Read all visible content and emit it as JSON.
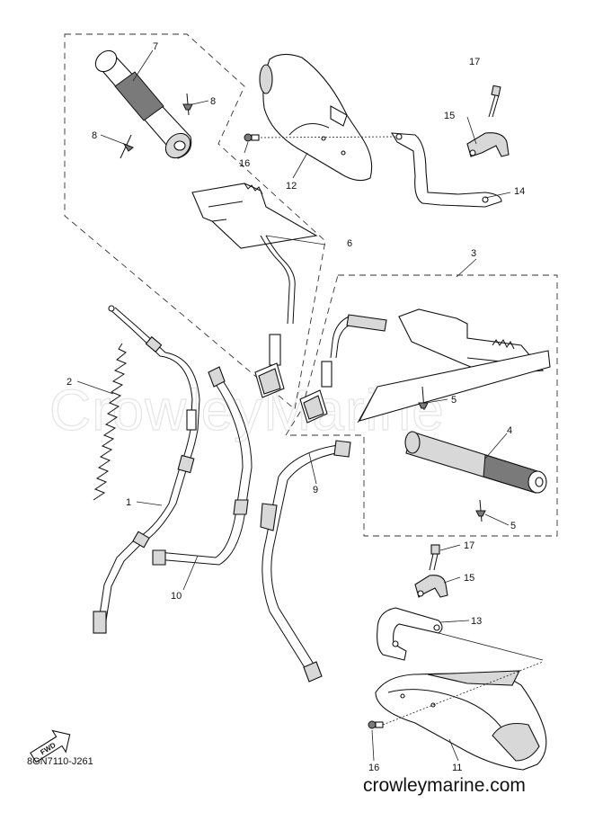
{
  "watermark": "CrowleyMarine",
  "drawing_number": "8GN7110-J261",
  "website": "crowleymarine.com",
  "fwd_label": "FWD",
  "callouts": {
    "c1": "1",
    "c2": "2",
    "c3": "3",
    "c4": "4",
    "c5a": "5",
    "c5b": "5",
    "c6": "6",
    "c7": "7",
    "c8a": "8",
    "c8b": "8",
    "c9": "9",
    "c10": "10",
    "c11": "11",
    "c12": "12",
    "c13": "13",
    "c14": "14",
    "c15a": "15",
    "c15b": "15",
    "c16a": "16",
    "c16b": "16",
    "c17a": "17",
    "c17b": "17"
  }
}
